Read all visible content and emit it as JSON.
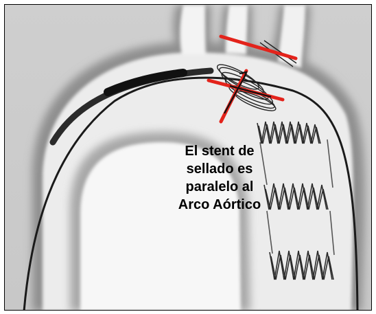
{
  "image": {
    "subject": "stent-graft-in-aortic-arch-phantom",
    "caption_lines": [
      "El stent de",
      "sellado es",
      "paralelo al",
      "Arco Aórtico"
    ],
    "colors": {
      "annotation_red": "#e3231b",
      "background": "#dadada",
      "vessel_light": "#f3f3f3",
      "wire": "#1a1a1a"
    }
  }
}
